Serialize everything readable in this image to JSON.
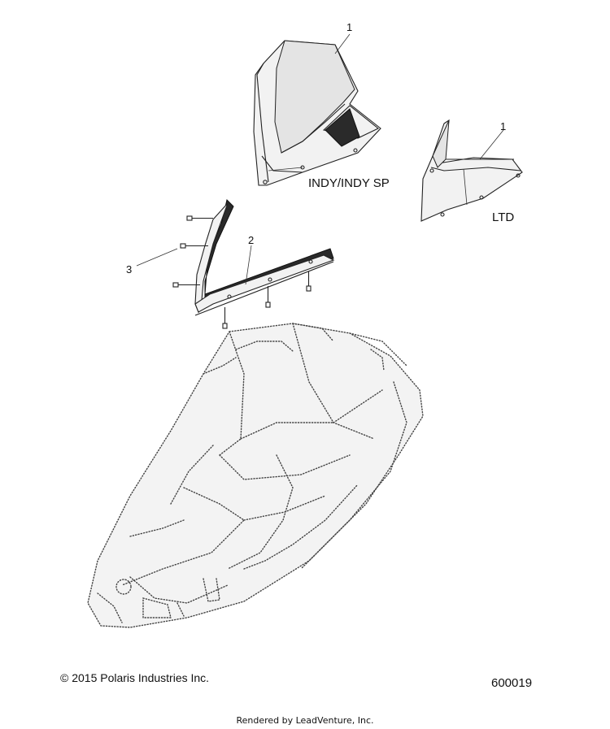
{
  "callouts": [
    {
      "id": "windshield-indy",
      "number": "1"
    },
    {
      "id": "windshield-ltd",
      "number": "1"
    },
    {
      "id": "trim-seal",
      "number": "2"
    },
    {
      "id": "screw",
      "number": "3"
    }
  ],
  "variants": {
    "indy": "INDY/INDY SP",
    "ltd": "LTD"
  },
  "footer": {
    "copyright": "© 2015 Polaris Industries Inc.",
    "diagram_number": "600019",
    "rendered_by": "Rendered by LeadVenture, Inc."
  }
}
